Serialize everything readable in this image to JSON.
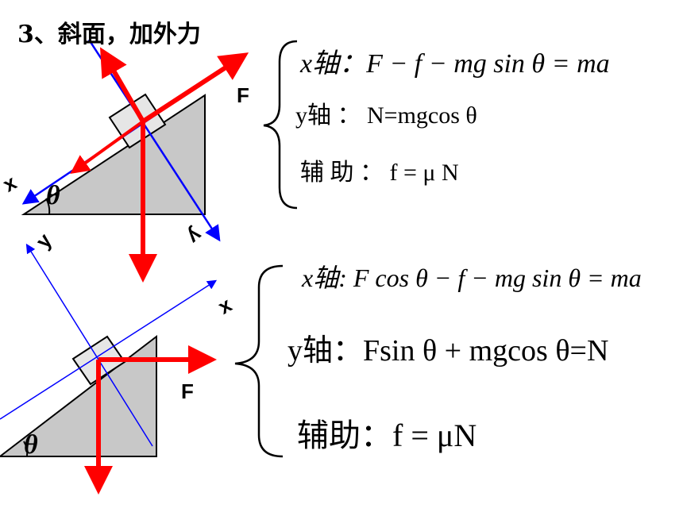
{
  "title": "3、斜面，加外力",
  "diagram1": {
    "force_label": "F",
    "x_axis_label": "x",
    "y_axis_label": "y",
    "y_axis_tip_label": "y",
    "angle_label": "θ"
  },
  "diagram2": {
    "force_label": "F",
    "x_axis_label": "x",
    "y_axis_label": "y",
    "angle_label": "θ"
  },
  "equations1": {
    "x_axis": "x轴：F − f − mg sin θ = ma",
    "y_axis": "y轴 ： N=mgcos θ",
    "aux": "辅 助 ： f = μ N"
  },
  "equations2": {
    "x_axis": "x轴: F cos θ − f − mg sin θ = ma",
    "y_axis": "y轴：Fsin θ + mgcos θ=N",
    "aux": "辅助：f = μN"
  },
  "colors": {
    "force": "#ff0000",
    "axis": "#0000ff",
    "incline": "#c8c8c8"
  }
}
